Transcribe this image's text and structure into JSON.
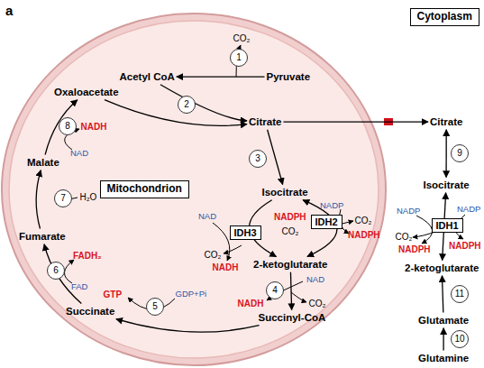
{
  "diagram": {
    "nodes": [
      {
        "text": [
          "Cytoplasm"
        ]
      },
      {
        "text": [
          "Mitochondrion"
        ]
      },
      {
        "text": [
          "Pyruvate"
        ]
      },
      {
        "text": [
          "Acetyl CoA"
        ]
      },
      {
        "text": [
          "Citrate"
        ]
      },
      {
        "text": [
          "Isocitrate"
        ]
      },
      {
        "text": [
          "2-ketoglutarate"
        ]
      },
      {
        "text": [
          "Succinyl-CoA"
        ]
      },
      {
        "text": [
          "Succinate"
        ]
      },
      {
        "text": [
          "Fumarate"
        ]
      },
      {
        "text": [
          "Malate"
        ]
      },
      {
        "text": [
          "Oxaloacetate"
        ]
      },
      {
        "text": [
          "IDH3"
        ]
      },
      {
        "text": [
          "IDH2"
        ]
      },
      {
        "text": [
          "Citrate"
        ]
      },
      {
        "text": [
          "Isocitrate"
        ]
      },
      {
        "text": [
          "IDH1"
        ]
      },
      {
        "text": [
          "2-ketoglutarate"
        ]
      },
      {
        "text": [
          "Glutamate"
        ]
      },
      {
        "text": [
          "Glutamine"
        ]
      },
      {
        "text": [
          "1"
        ]
      },
      {
        "text": [
          "2"
        ]
      },
      {
        "text": [
          "3"
        ]
      },
      {
        "text": [
          "4"
        ]
      },
      {
        "text": [
          "5"
        ]
      },
      {
        "text": [
          "6"
        ]
      },
      {
        "text": [
          "7"
        ]
      },
      {
        "text": [
          "8"
        ]
      },
      {
        "text": [
          "9"
        ]
      },
      {
        "text": [
          "10"
        ]
      },
      {
        "text": [
          "11"
        ]
      }
    ],
    "edges": [
      {
        "from": 2,
        "to": 3,
        "arrow": "to"
      },
      {
        "from": 3,
        "to": 4,
        "arrow": "to"
      },
      {
        "from": 11,
        "to": 4,
        "arrow": "to"
      },
      {
        "from": 4,
        "to": 5,
        "arrow": "to"
      },
      {
        "from": 5,
        "to": 6,
        "arrow": "to"
      },
      {
        "from": 5,
        "to": 6,
        "arrow": "both"
      },
      {
        "from": 6,
        "to": 7,
        "arrow": "to"
      },
      {
        "from": 7,
        "to": 8,
        "arrow": "to"
      },
      {
        "from": 8,
        "to": 9,
        "arrow": "to"
      },
      {
        "from": 9,
        "to": 10,
        "arrow": "to"
      },
      {
        "from": 10,
        "to": 11,
        "arrow": "to"
      },
      {
        "from": 4,
        "to": 14,
        "arrow": "to"
      },
      {
        "from": 14,
        "to": 15,
        "arrow": "both"
      },
      {
        "from": 15,
        "to": 17,
        "arrow": "both"
      },
      {
        "from": 19,
        "to": 18,
        "arrow": "to"
      },
      {
        "from": 18,
        "to": 17,
        "arrow": "to"
      }
    ],
    "labels": [
      "a",
      "CO₂",
      "NADH",
      "NAD",
      "H₂O",
      "FADH₂",
      "FAD",
      "GTP",
      "GDP+Pi",
      "NAD",
      "CO₂",
      "NADH",
      "NADP",
      "CO₂",
      "NADPH",
      "NADPH",
      "CO₂",
      "NAD",
      "NADH",
      "CO₂",
      "NADP",
      "NADP",
      "CO₂",
      "NADPH",
      "NADPH"
    ]
  }
}
